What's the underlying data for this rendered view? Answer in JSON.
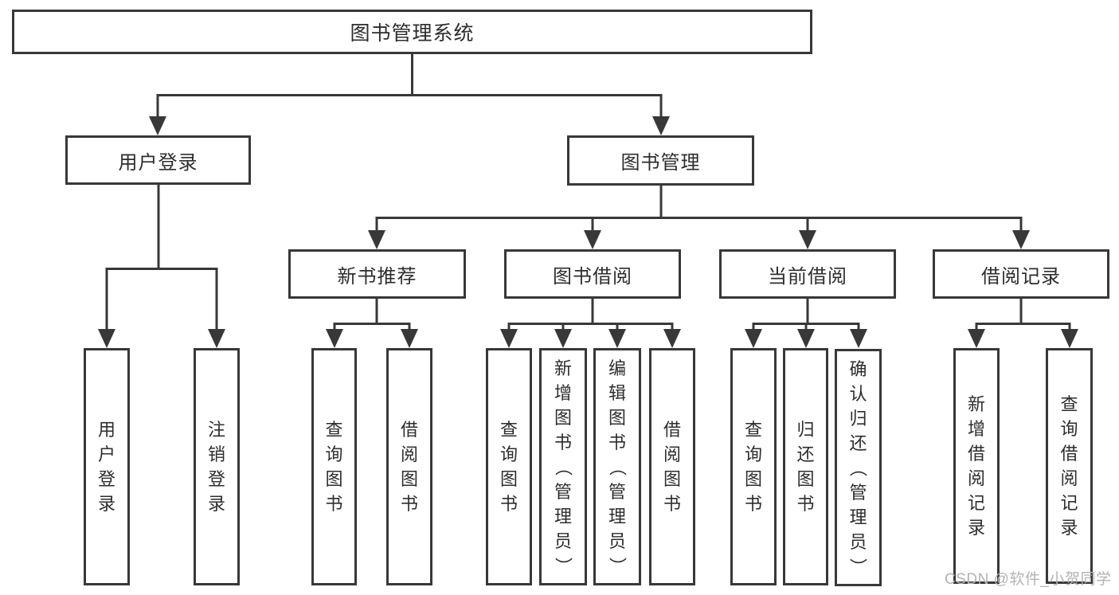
{
  "diagram": {
    "title": "图书管理系统",
    "colors": {
      "line": "#383838",
      "box_border": "#383838",
      "text": "#2d2d2d",
      "background": "#ffffff",
      "watermark_text": "#b3b3b3"
    },
    "root": {
      "label": "图书管理系统"
    },
    "login": {
      "label": "用户登录",
      "children": [
        {
          "label": "用户登录"
        },
        {
          "label": "注销登录"
        }
      ]
    },
    "mgmt": {
      "label": "图书管理",
      "children": [
        {
          "label": "新书推荐",
          "children": [
            {
              "label": "查询图书"
            },
            {
              "label": "借阅图书"
            }
          ]
        },
        {
          "label": "图书借阅",
          "children": [
            {
              "label": "查询图书"
            },
            {
              "label": "新增图书（管理员）"
            },
            {
              "label": "编辑图书（管理员）"
            },
            {
              "label": "借阅图书"
            }
          ]
        },
        {
          "label": "当前借阅",
          "children": [
            {
              "label": "查询图书"
            },
            {
              "label": "归还图书"
            },
            {
              "label": "确认归还（管理员）"
            }
          ]
        },
        {
          "label": "借阅记录",
          "children": [
            {
              "label": "新增借阅记录"
            },
            {
              "label": "查询借阅记录"
            }
          ]
        }
      ]
    },
    "watermark": "CSDN @软件_小贺同学"
  }
}
